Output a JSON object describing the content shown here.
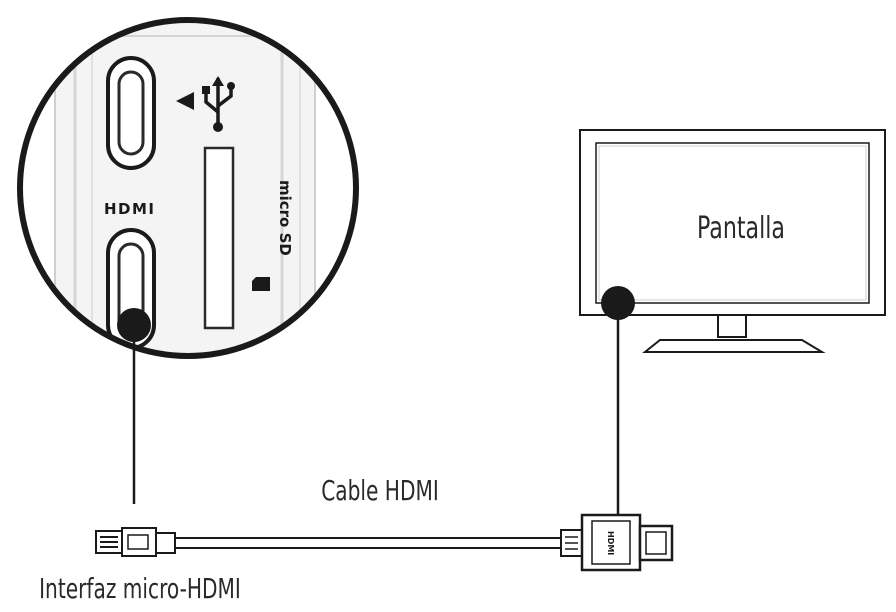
{
  "labels": {
    "hdmi_port": "HDMI",
    "micro_sd": "micro SD",
    "display": "Pantalla",
    "cable": "Cable HDMI",
    "interface": "Interfaz micro-HDMI",
    "plug_text": "HDMI"
  },
  "icons": {
    "usb": "usb-icon",
    "arrow": "left-arrow-icon",
    "sd_card": "sd-card-icon"
  },
  "colors": {
    "line": "#1a1a1a",
    "dot": "#1a1a1a",
    "background": "#ffffff",
    "panel_gray": "#e6e6e6"
  }
}
